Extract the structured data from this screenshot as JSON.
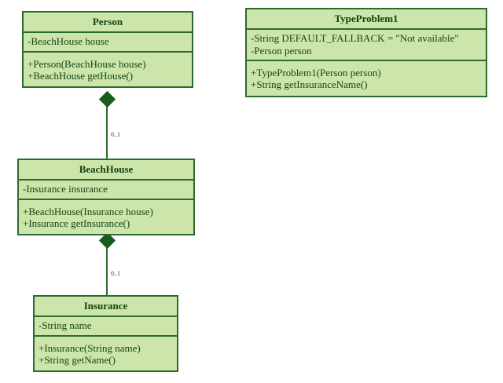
{
  "diagram": {
    "type": "uml-class-diagram",
    "background_color": "#ffffff",
    "class_fill_color": "#cce5aa",
    "class_border_color": "#2d6a2d",
    "text_color": "#15451a",
    "diamond_color": "#1a5c1f"
  },
  "classes": [
    {
      "id": "person",
      "name": "Person",
      "attributes": [
        "-BeachHouse house"
      ],
      "operations": [
        "+Person(BeachHouse house)",
        "+BeachHouse getHouse()"
      ]
    },
    {
      "id": "typeproblem1",
      "name": "TypeProblem1",
      "attributes": [
        "-String DEFAULT_FALLBACK = \"Not available\"",
        "-Person person"
      ],
      "operations": [
        "+TypeProblem1(Person person)",
        "+String getInsuranceName()"
      ]
    },
    {
      "id": "beachhouse",
      "name": "BeachHouse",
      "attributes": [
        "-Insurance insurance"
      ],
      "operations": [
        "+BeachHouse(Insurance house)",
        "+Insurance getInsurance()"
      ]
    },
    {
      "id": "insurance",
      "name": "Insurance",
      "attributes": [
        "-String name"
      ],
      "operations": [
        "+Insurance(String name)",
        "+String getName()"
      ]
    }
  ],
  "relationships": [
    {
      "id": "person-beachhouse",
      "kind": "composition",
      "source": "Person",
      "target": "BeachHouse",
      "multiplicity": "0..1"
    },
    {
      "id": "beachhouse-insurance",
      "kind": "composition",
      "source": "BeachHouse",
      "target": "Insurance",
      "multiplicity": "0..1"
    }
  ]
}
